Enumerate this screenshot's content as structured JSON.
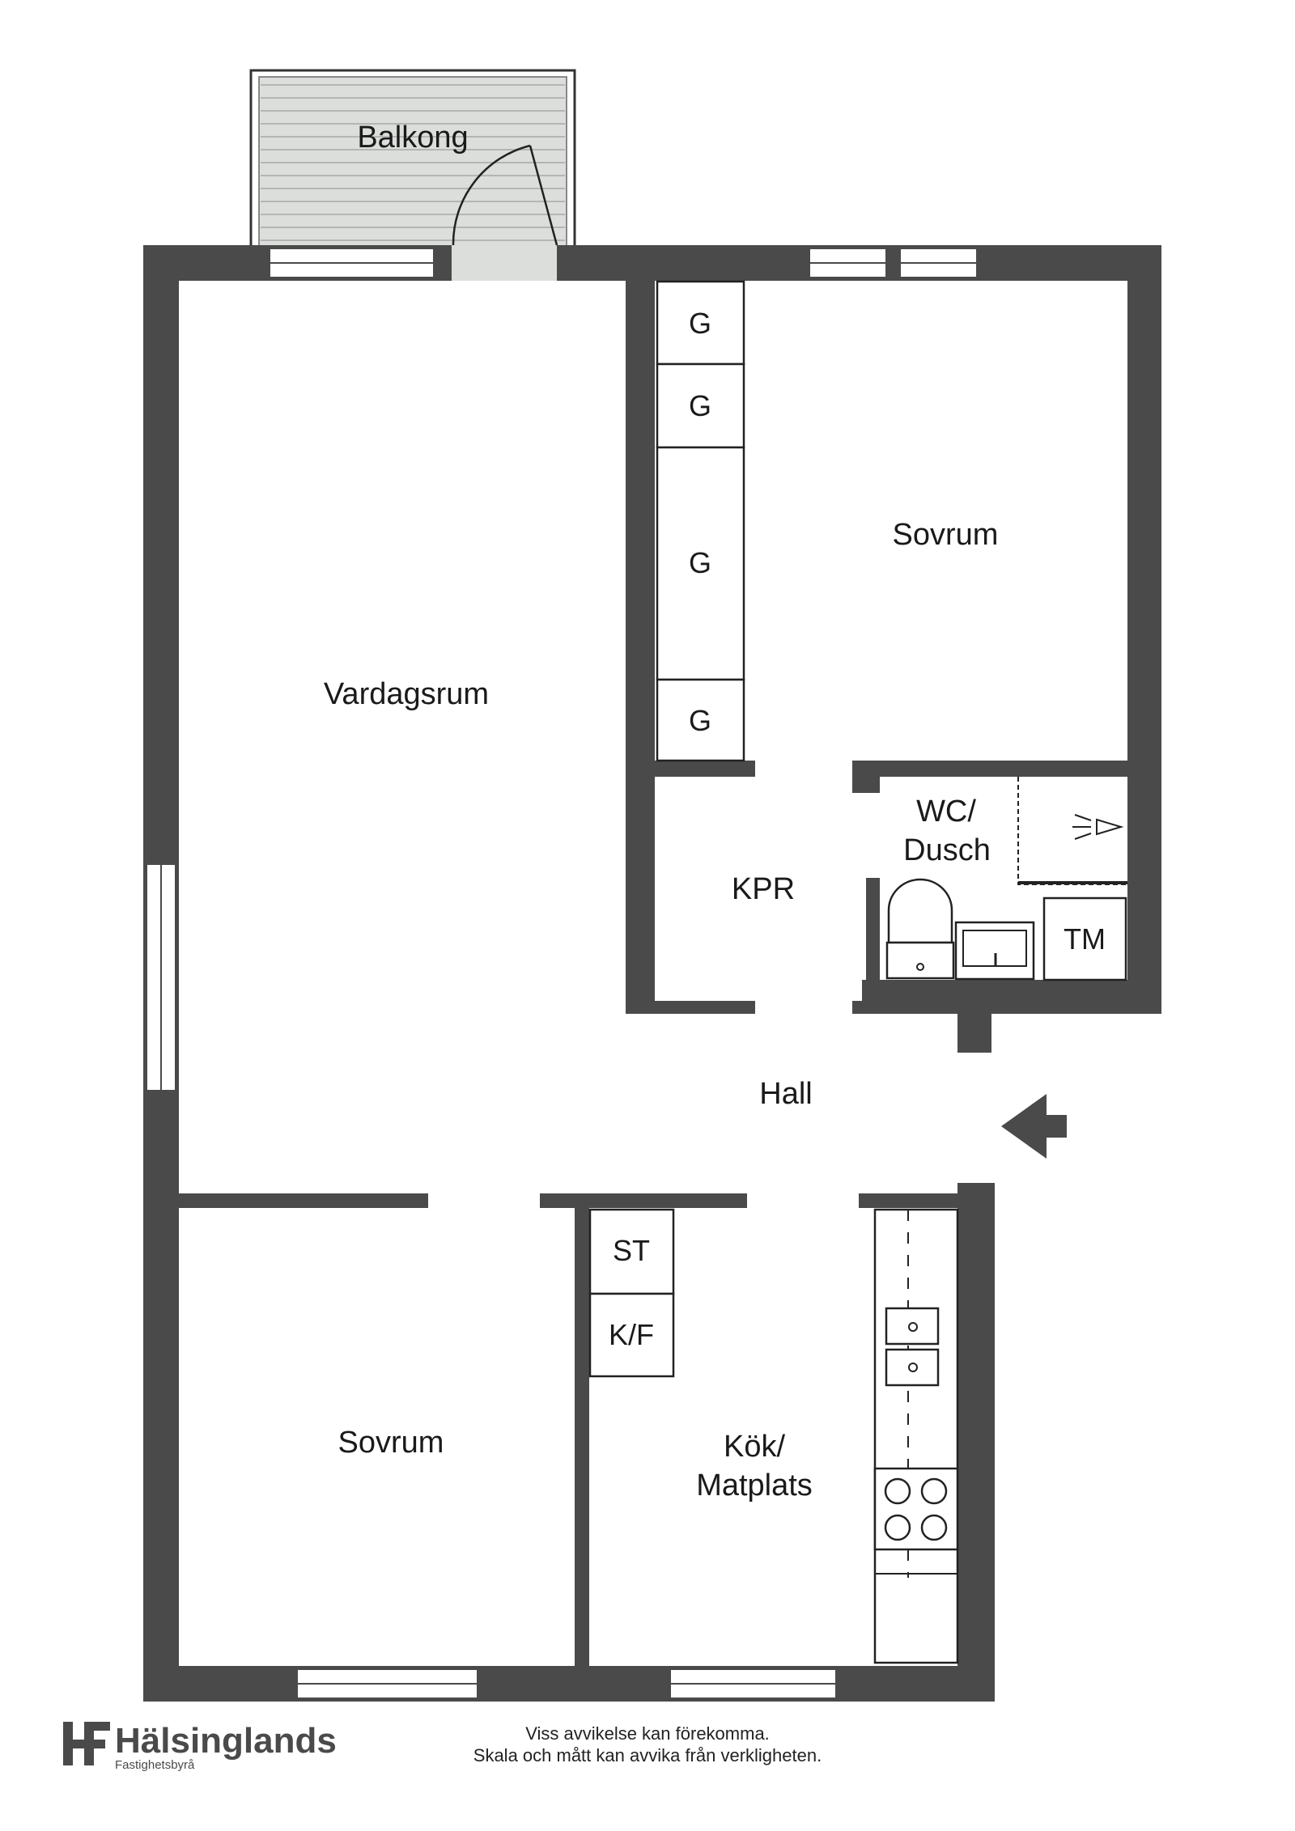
{
  "rooms": {
    "balcony": "Balkong",
    "living_room": "Vardagsrum",
    "bedroom_top": "Sovrum",
    "closet": "KPR",
    "bathroom_line1": "WC/",
    "bathroom_line2": "Dusch",
    "hall": "Hall",
    "bedroom_bottom": "Sovrum",
    "kitchen_line1": "Kök/",
    "kitchen_line2": "Matplats"
  },
  "fixtures": {
    "wardrobe_1": "G",
    "wardrobe_2": "G",
    "wardrobe_3": "G",
    "wardrobe_4": "G",
    "washing_machine": "TM",
    "freezer": "ST",
    "fridge_freezer": "K/F"
  },
  "footer": {
    "brand_name": "Hälsinglands",
    "brand_sub": "Fastighetsbyrå",
    "logo_letters": "HF",
    "disclaimer_line1": "Viss avvikelse kan förekomma.",
    "disclaimer_line2": "Skala och mått kan avvika från verkligheten."
  },
  "colors": {
    "wall": "#4a4a4a",
    "balcony_fill": "#dcdedc",
    "entrance_arrow": "#4a4a4a"
  }
}
